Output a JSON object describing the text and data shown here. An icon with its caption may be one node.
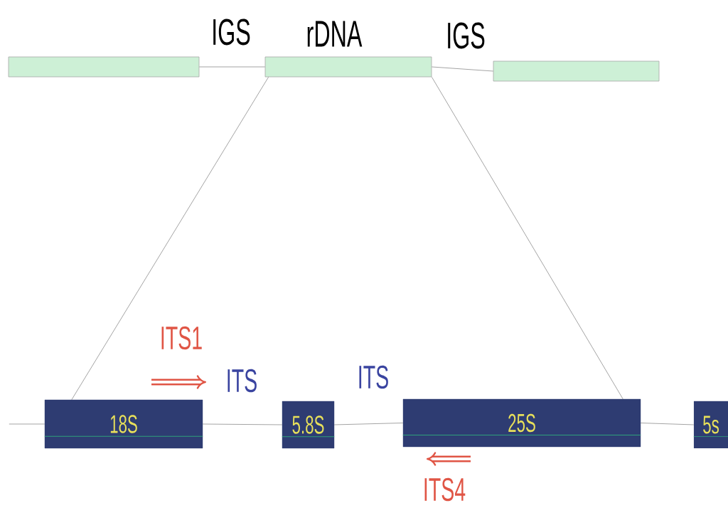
{
  "diagram": {
    "nodes": [
      {
        "text": [],
        "shape": "bar"
      },
      {
        "text": [
          "rDNA"
        ]
      },
      {
        "text": [],
        "shape": "bar"
      },
      {
        "text": [
          "18S"
        ]
      },
      {
        "text": [
          "5.8S"
        ]
      },
      {
        "text": [
          "25S"
        ]
      },
      {
        "text": [
          "5s"
        ]
      }
    ],
    "edges": [
      {
        "from": 0,
        "to": 1,
        "arrow": "none"
      },
      {
        "from": 1,
        "to": 2,
        "arrow": "none"
      },
      {
        "from": 1,
        "to": 3,
        "arrow": "none"
      },
      {
        "from": 1,
        "to": 5,
        "arrow": "none"
      },
      {
        "from": null,
        "to": 3,
        "arrow": "none"
      },
      {
        "from": 3,
        "to": 4,
        "arrow": "none"
      },
      {
        "from": 4,
        "to": 5,
        "arrow": "none"
      },
      {
        "from": 5,
        "to": 6,
        "arrow": "none"
      }
    ],
    "labels": [
      "IGS",
      "IGS",
      "ITS1",
      "ITS",
      "ITS",
      "ITS4"
    ]
  }
}
